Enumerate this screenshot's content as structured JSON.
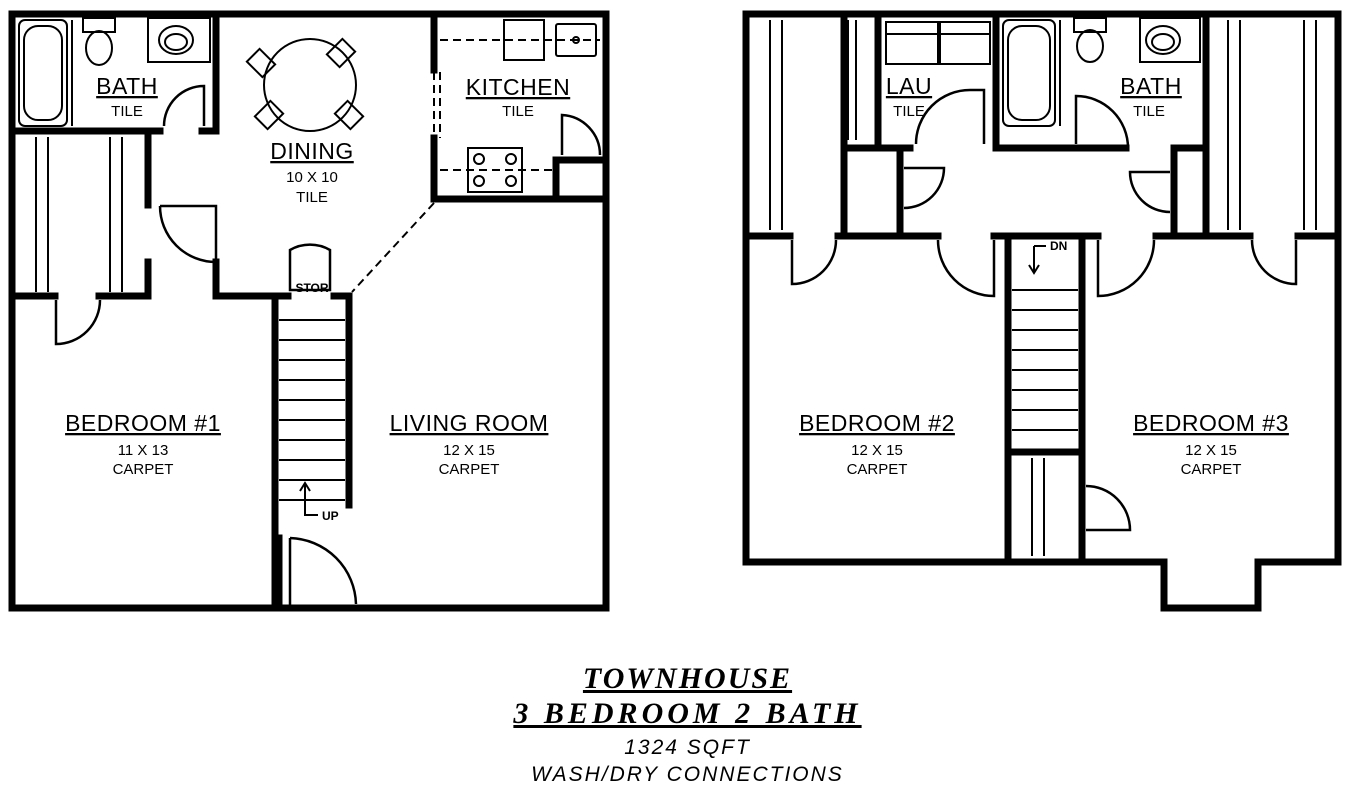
{
  "rooms": {
    "bath1": {
      "name": "BATH",
      "finish": "TILE"
    },
    "dining": {
      "name": "DINING",
      "size": "10 X 10",
      "finish": "TILE"
    },
    "kitchen": {
      "name": "KITCHEN",
      "finish": "TILE"
    },
    "bedroom1": {
      "name": "BEDROOM #1",
      "size": "11 X 13",
      "finish": "CARPET"
    },
    "living": {
      "name": "LIVING ROOM",
      "size": "12 X 15",
      "finish": "CARPET"
    },
    "laundry": {
      "name": "LAU",
      "finish": "TILE"
    },
    "bath2": {
      "name": "BATH",
      "finish": "TILE"
    },
    "bedroom2": {
      "name": "BEDROOM #2",
      "size": "12 X 15",
      "finish": "CARPET"
    },
    "bedroom3": {
      "name": "BEDROOM #3",
      "size": "12 X 15",
      "finish": "CARPET"
    }
  },
  "labels": {
    "storage": "STOR",
    "up": "UP",
    "down": "DN"
  },
  "caption": {
    "line1": "TOWNHOUSE",
    "line2": "3 BEDROOM 2 BATH",
    "line3": "1324 SQFT",
    "line4": "WASH/DRY CONNECTIONS"
  }
}
